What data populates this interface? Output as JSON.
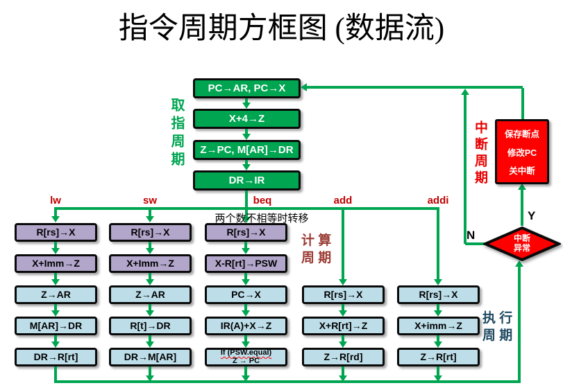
{
  "title": "指令周期方框图 (数据流)",
  "palette": {
    "green": "#00A551",
    "purple_fill": "#B2A6CB",
    "blue_fill": "#BDDEE9",
    "red_fill": "#FE0000",
    "op_label_red": "#C00000",
    "interrupt_label_red": "#E80000",
    "compute_label_maroon": "#9B3A33",
    "execute_label_navy": "#204A62"
  },
  "fetch": {
    "cycle_label": "取指周期",
    "boxes": [
      "PC→AR, PC→X",
      "X+4→Z",
      "Z→PC, M[AR]→DR",
      "DR→IR"
    ]
  },
  "branch_note": "两个数不相等时转移",
  "cycle_labels": {
    "compute": [
      "计 算",
      "周 期"
    ],
    "execute": [
      "执 行",
      "周 期"
    ],
    "interrupt": "中断周期"
  },
  "columns": [
    {
      "label": "lw",
      "steps": [
        "R[rs]→X",
        "X+Imm→Z",
        "Z→AR",
        "M[AR]→DR",
        "DR→R[rt]"
      ]
    },
    {
      "label": "sw",
      "steps": [
        "R[rs]→X",
        "X+Imm→Z",
        "Z→AR",
        "R[t]→DR",
        "DR→M[AR]"
      ]
    },
    {
      "label": "beq",
      "steps": [
        "R[rs]→X",
        "X-R[rt]→PSW",
        "PC→X",
        "IR(A)+X→Z"
      ],
      "last_step_lines": [
        "If (PSW.equal)",
        "Z → PC"
      ]
    },
    {
      "label": "add",
      "steps": [
        "R[rs]→X",
        "X+R[rt]→Z",
        "Z→R[rd]"
      ]
    },
    {
      "label": "addi",
      "steps": [
        "R[rs]→X",
        "X+imm→Z",
        "Z→R[rt]"
      ]
    }
  ],
  "interrupt": {
    "box_lines": [
      "保存断点",
      "修改PC",
      "关中断"
    ],
    "diamond_lines": [
      "中断",
      "异常"
    ],
    "yes": "Y",
    "no": "N"
  }
}
